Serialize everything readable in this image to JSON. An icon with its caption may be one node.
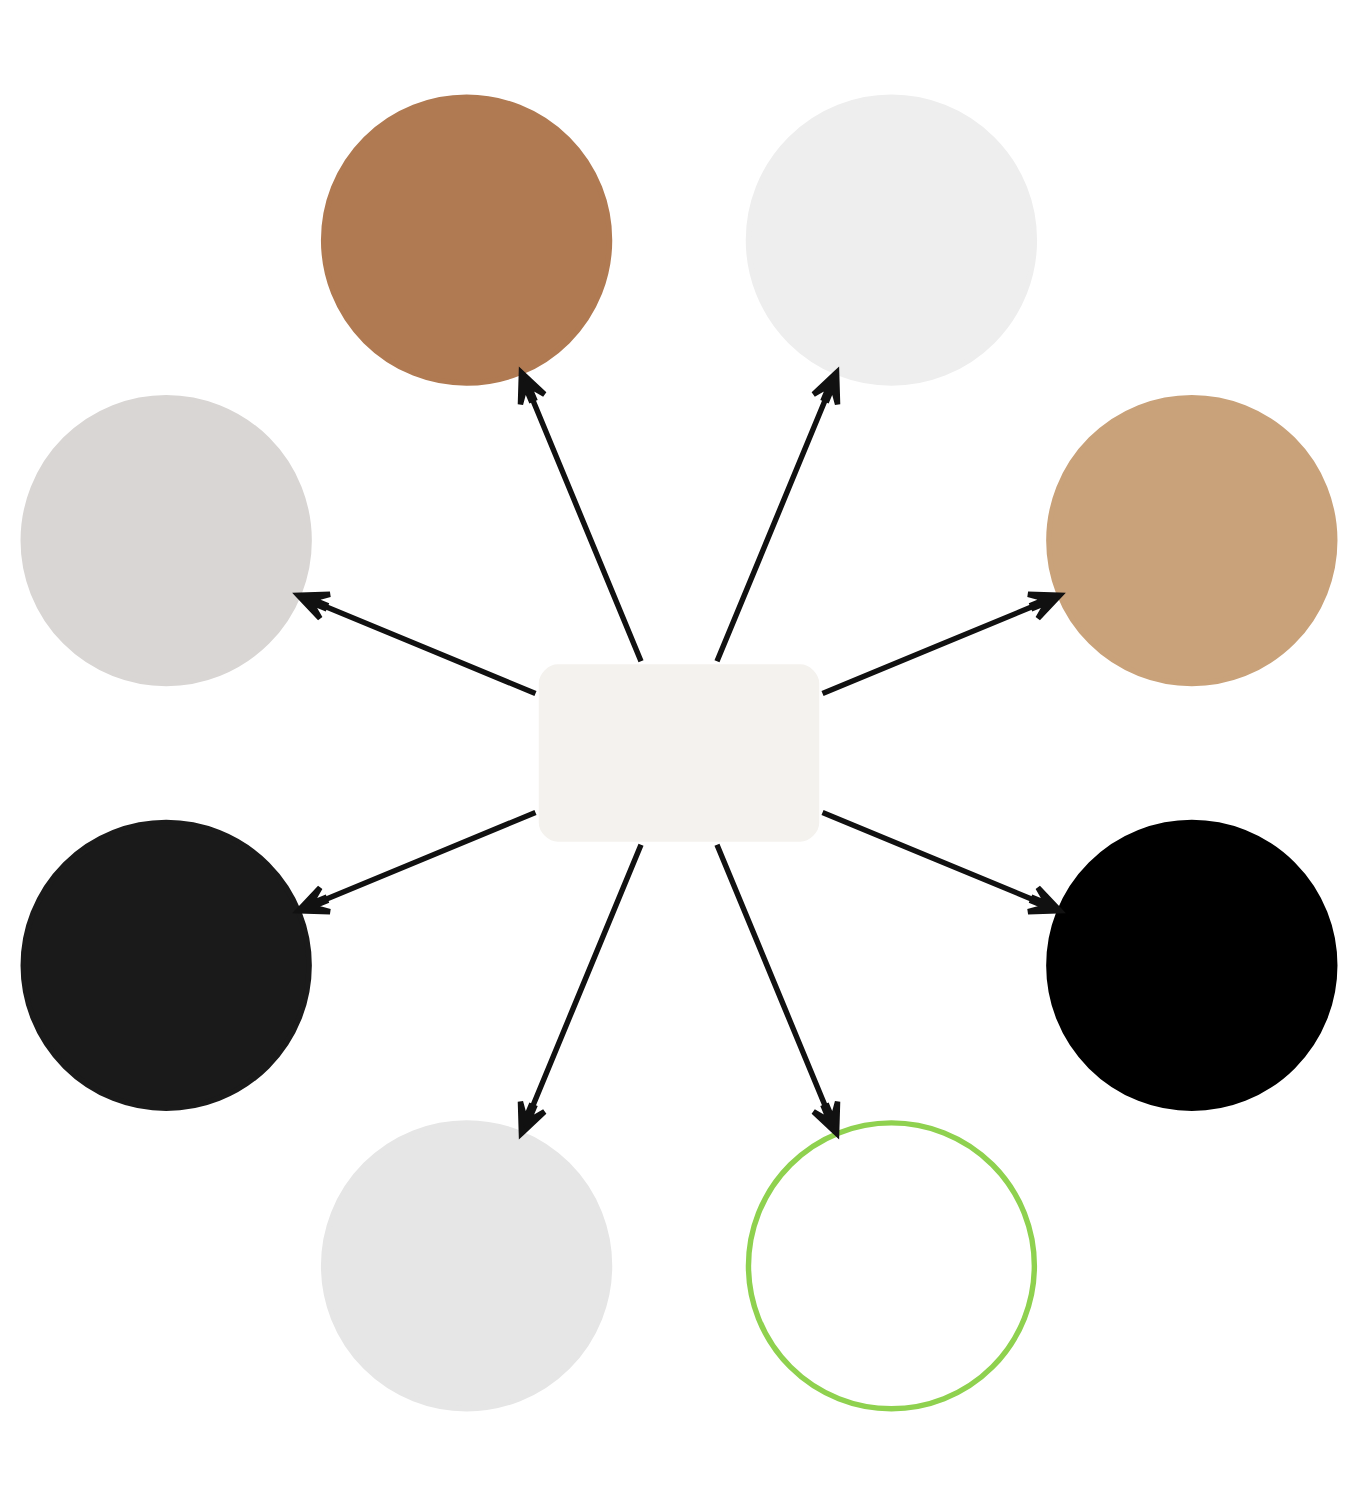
{
  "diagram": {
    "nodes": [
      {
        "text": [],
        "shape": "circle"
      },
      {
        "text": [],
        "shape": "circle"
      },
      {
        "text": [],
        "shape": "circle"
      },
      {
        "text": [],
        "shape": "circle"
      },
      {
        "text": [],
        "shape": "box"
      },
      {
        "text": [],
        "shape": "circle"
      },
      {
        "text": [],
        "shape": "circle"
      },
      {
        "text": [],
        "shape": "circle"
      },
      {
        "text": [],
        "shape": "circle"
      }
    ],
    "edges": [
      {
        "from": 4,
        "to": 0,
        "arrow": "to"
      },
      {
        "from": 4,
        "to": 1,
        "arrow": "to"
      },
      {
        "from": 4,
        "to": 2,
        "arrow": "to"
      },
      {
        "from": 4,
        "to": 3,
        "arrow": "to"
      },
      {
        "from": 4,
        "to": 5,
        "arrow": "to"
      },
      {
        "from": 4,
        "to": 6,
        "arrow": "to"
      },
      {
        "from": 4,
        "to": 7,
        "arrow": "to"
      },
      {
        "from": 4,
        "to": 8,
        "arrow": "to"
      }
    ]
  }
}
